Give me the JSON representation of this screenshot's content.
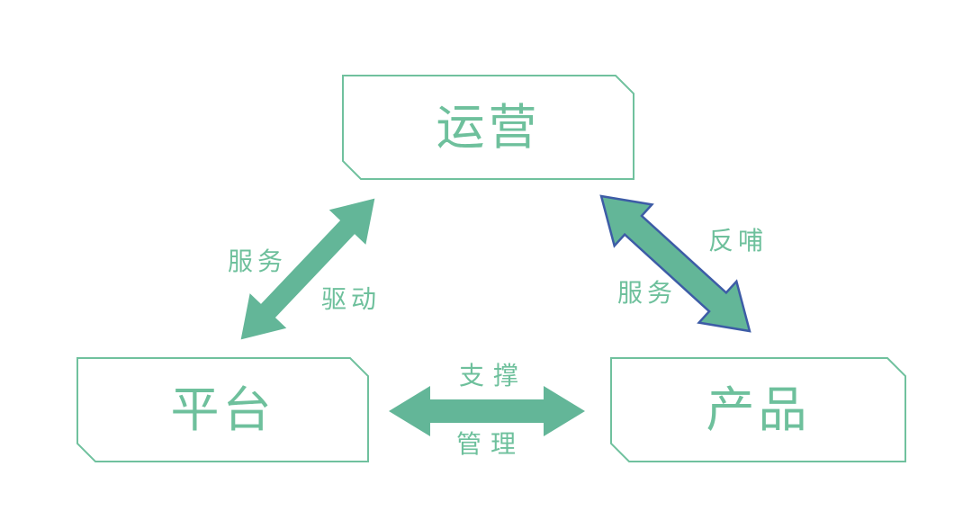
{
  "diagram": {
    "colors": {
      "background": "#ffffff",
      "arrow_green": "#63b698",
      "arrow_outline_blue": "#3d5ca6",
      "node_border_green": "#70c19e",
      "text_green": "#6ec09c"
    },
    "nodes": [
      {
        "id": "operations",
        "label": "运营"
      },
      {
        "id": "platform",
        "label": "平台"
      },
      {
        "id": "product",
        "label": "产品"
      }
    ],
    "edges": [
      {
        "id": "platform-operations",
        "type": "double-arrow",
        "style": "green",
        "labels": [
          "服务",
          "驱动"
        ]
      },
      {
        "id": "operations-product",
        "type": "double-arrow",
        "style": "green-with-blue-outline",
        "labels": [
          "反哺",
          "服务"
        ]
      },
      {
        "id": "platform-product",
        "type": "double-arrow",
        "style": "green",
        "labels": [
          "支撑",
          "管理"
        ]
      }
    ]
  }
}
